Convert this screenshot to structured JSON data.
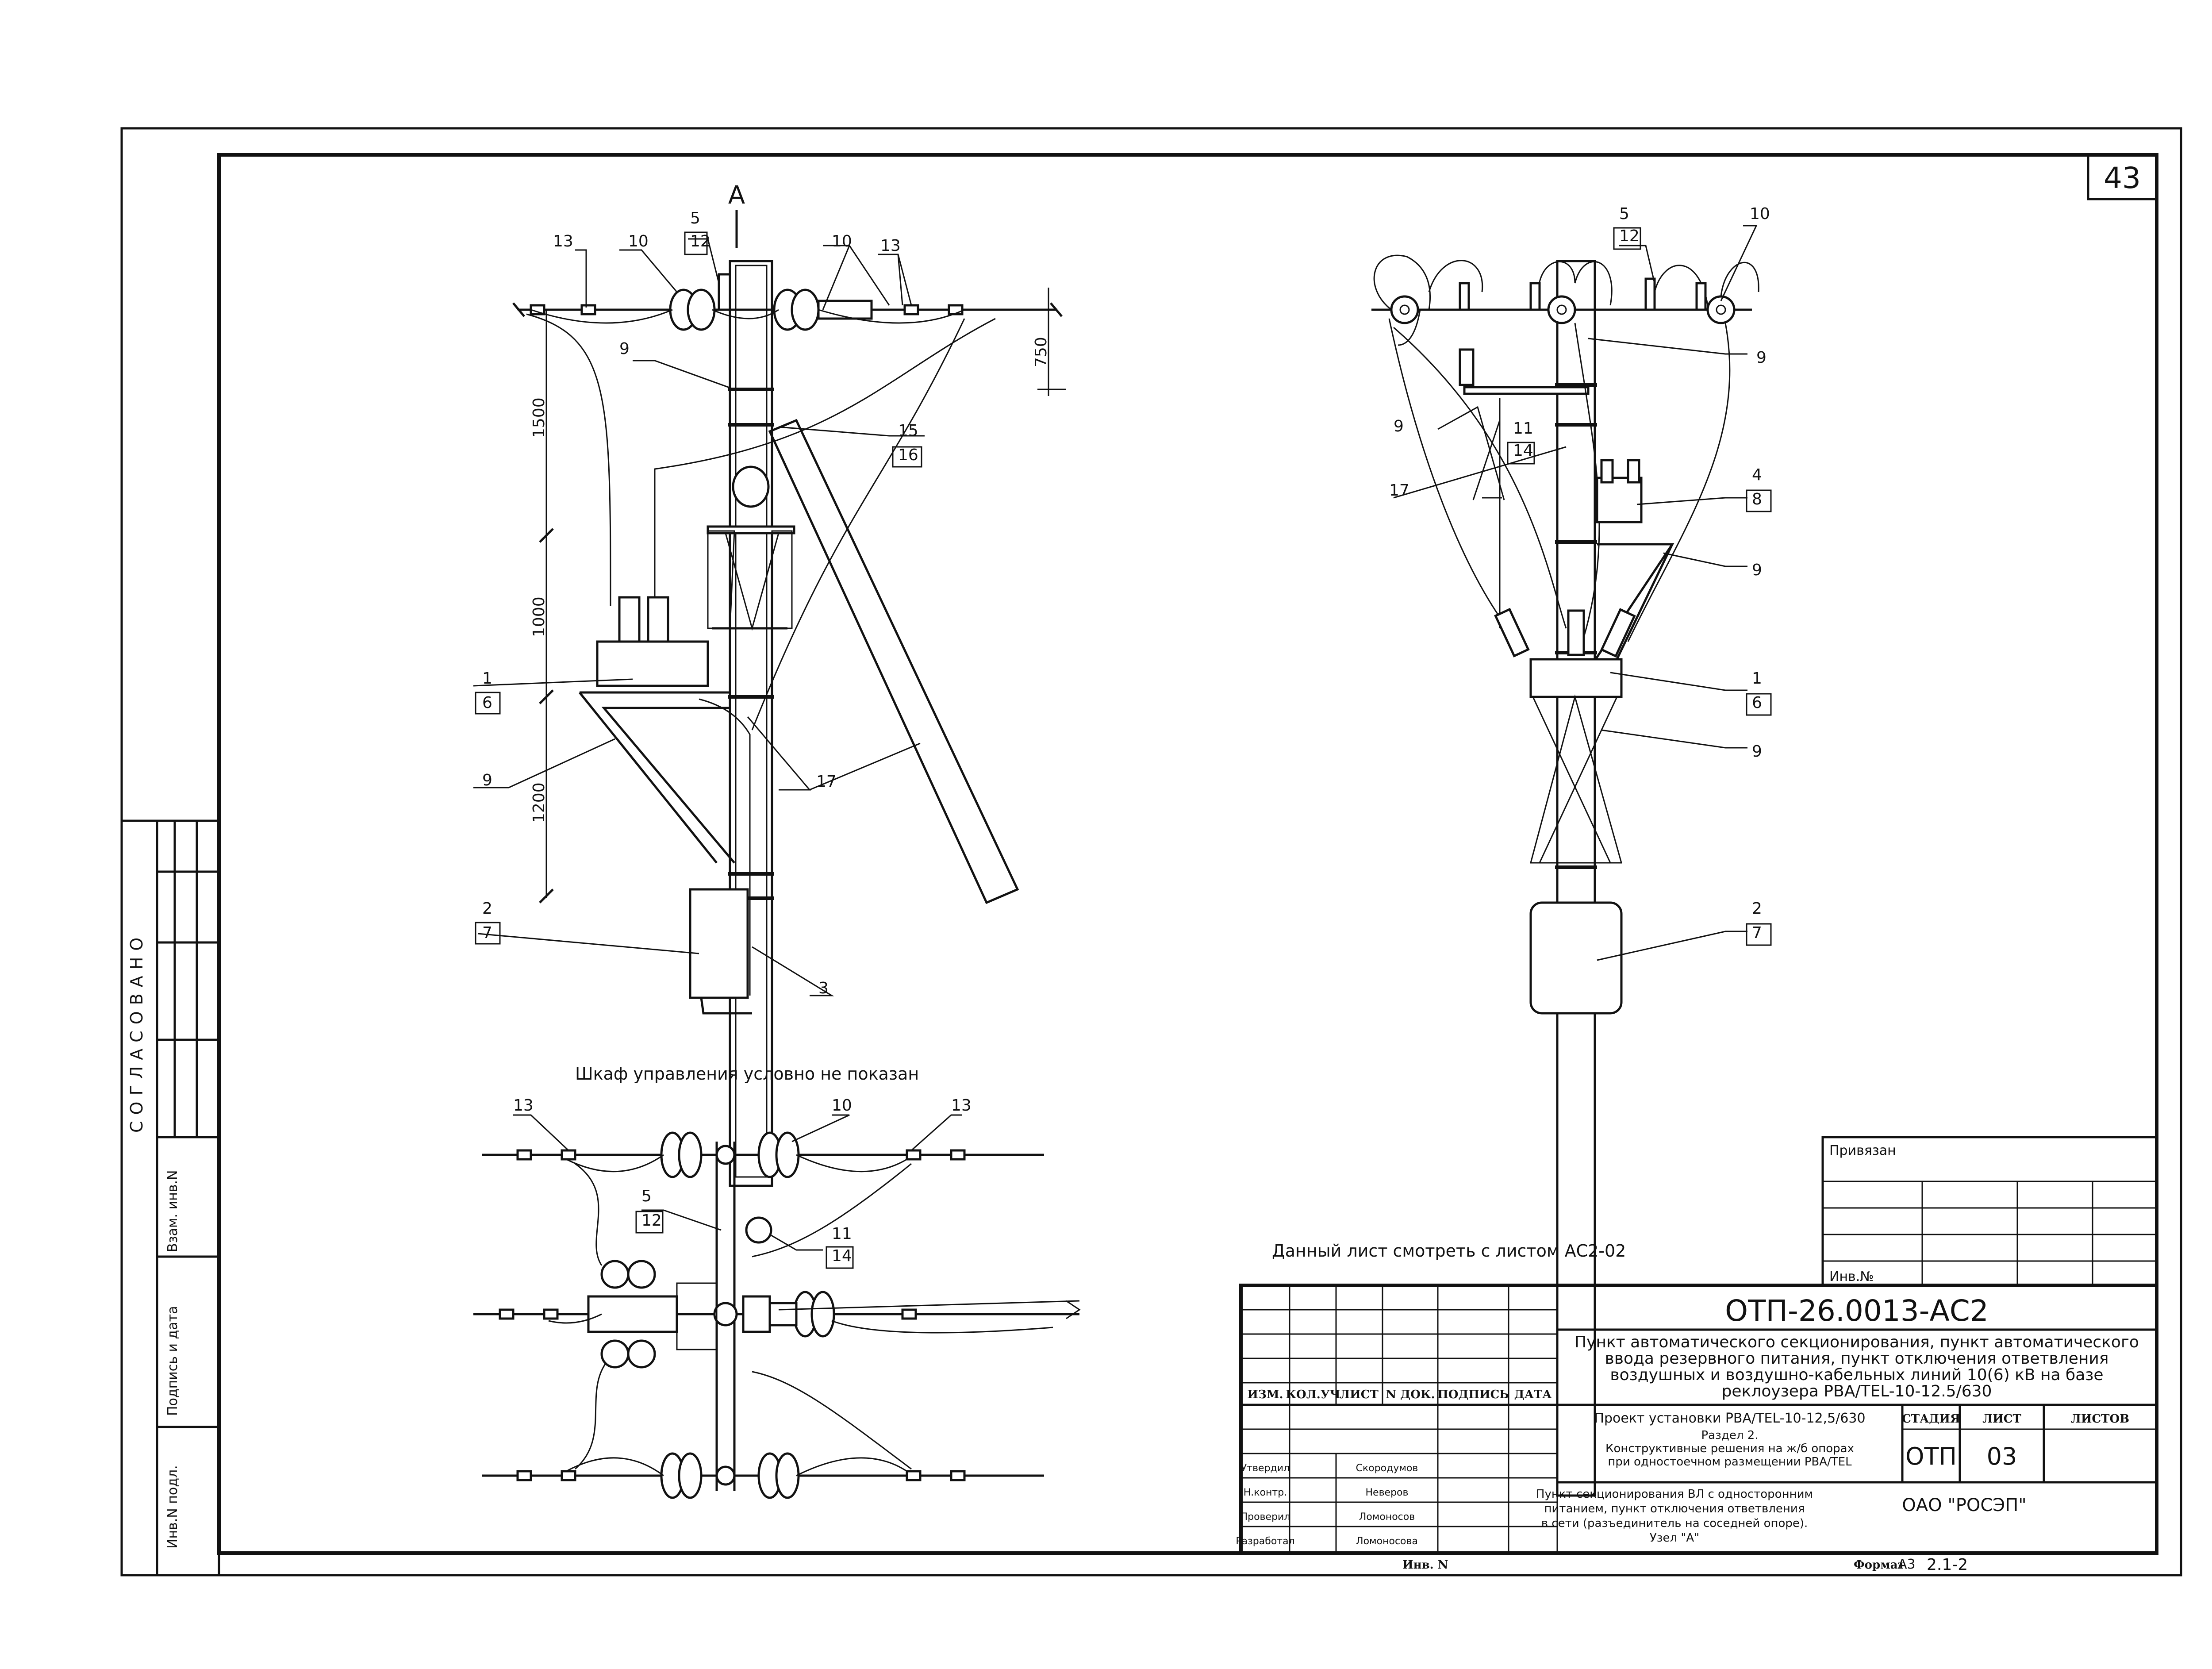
{
  "sheet": {
    "page_number": "43",
    "view_label": "А",
    "soglasovano": "СОГЛАСОВАНО",
    "note_cabinet": "Шкаф управления условно не показан",
    "note_see": "Данный лист смотреть с листом АС2-02",
    "privyazan": "Привязан",
    "inv_no": "Инв.№",
    "format_label": "Формат",
    "format_value": "А3",
    "inv_bottom": "Инв. N",
    "code_bottom": "2.1-2"
  },
  "side_stamp": {
    "vzam": "Взам. инв.N",
    "podpis": "Подпись и дата",
    "inv_podl": "Инв.N подл."
  },
  "dimensions": {
    "d750": "750",
    "d1500": "1500",
    "d1000": "1000",
    "d1200": "1200"
  },
  "callouts_view_a": {
    "n13": "13",
    "n10a": "10",
    "n5": "5",
    "n12": "12",
    "n10b": "10",
    "n13b": "13",
    "n9a": "9",
    "n15": "15",
    "n16": "16",
    "n1": "1",
    "n6": "6",
    "n9b": "9",
    "n17": "17",
    "n2": "2",
    "n7": "7",
    "n3": "3"
  },
  "callouts_view_right": {
    "n5": "5",
    "n12": "12",
    "n10": "10",
    "n9a": "9",
    "n9b": "9",
    "n11": "11",
    "n14": "14",
    "n17": "17",
    "n4": "4",
    "n8": "8",
    "n9c": "9",
    "n1": "1",
    "n6": "6",
    "n9d": "9",
    "n2": "2",
    "n7": "7"
  },
  "callouts_view_plan": {
    "n13a": "13",
    "n10": "10",
    "n13b": "13",
    "n5": "5",
    "n12": "12",
    "n11": "11",
    "n14": "14"
  },
  "title_block": {
    "doc_code": "ОТП-26.0013-АС2",
    "project_title": [
      "Пункт автоматического секционирования, пункт автоматического",
      "ввода резервного питания, пункт отключения ответвления",
      "воздушных и воздушно-кабельных линий 10(6) кВ на базе",
      "реклоузера PBA/TEL-10-12.5/630"
    ],
    "headers": {
      "izm": "ИЗМ.",
      "kol": "КОЛ.УЧ",
      "list": "ЛИСТ",
      "ndok": "N ДОК.",
      "podpis": "ПОДПИСЬ",
      "data": "ДАТА"
    },
    "roles": [
      {
        "role": "Утвердил",
        "name": "Скородумов"
      },
      {
        "role": "Н.контр.",
        "name": "Неверов"
      },
      {
        "role": "Проверил",
        "name": "Ломоносов"
      },
      {
        "role": "Разработал",
        "name": "Ломоносова"
      }
    ],
    "subtitle": [
      "Проект установки PBA/TEL-10-12,5/630",
      "Раздел 2.",
      "Конструктивные решения на ж/б опорах",
      "при одностоечном размещении PBA/TEL"
    ],
    "stage_header": "СТАДИЯ",
    "sheet_header": "ЛИСТ",
    "sheets_header": "ЛИСТОВ",
    "stage": "ОТП",
    "sheet": "03",
    "sheets": "",
    "drawing_title": [
      "Пункт секционирования ВЛ с односторонним",
      "питанием, пункт отключения ответвления",
      "в сети (разъединитель на соседней опоре).",
      "Узел \"А\""
    ],
    "org": "ОАО \"РОСЭП\""
  }
}
